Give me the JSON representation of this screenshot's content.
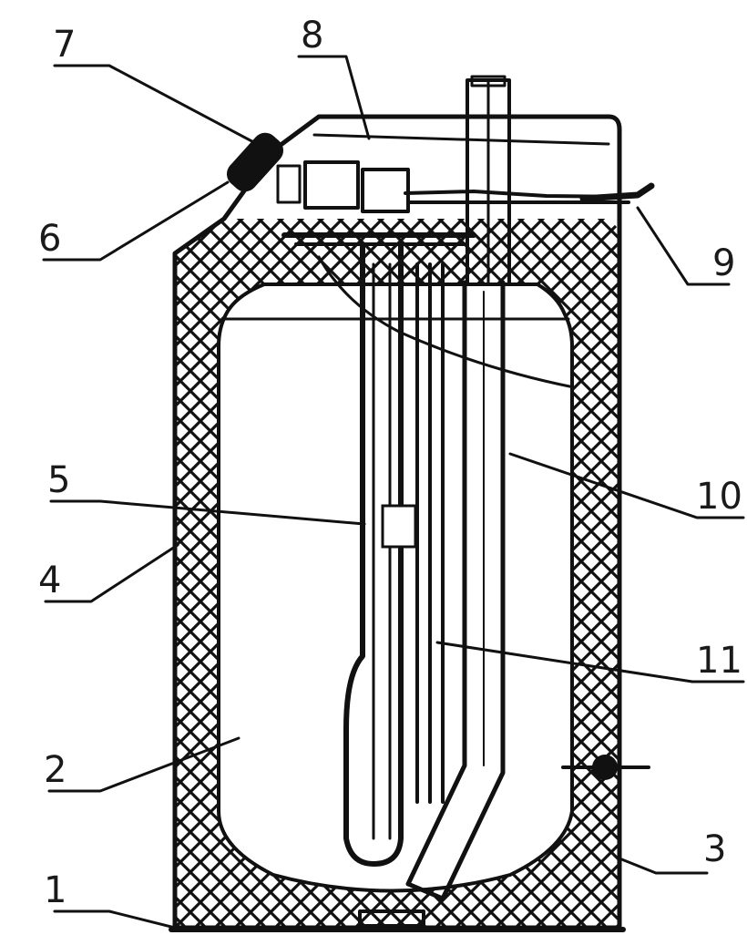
{
  "labels": [
    {
      "id": "1",
      "text": "1"
    },
    {
      "id": "2",
      "text": "2"
    },
    {
      "id": "3",
      "text": "3"
    },
    {
      "id": "4",
      "text": "4"
    },
    {
      "id": "5",
      "text": "5"
    },
    {
      "id": "6",
      "text": "6"
    },
    {
      "id": "7",
      "text": "7"
    },
    {
      "id": "8",
      "text": "8"
    },
    {
      "id": "9",
      "text": "9"
    },
    {
      "id": "10",
      "text": "10"
    },
    {
      "id": "11",
      "text": "11"
    }
  ],
  "colors": {
    "ink": "#111111",
    "background": "#ffffff"
  }
}
